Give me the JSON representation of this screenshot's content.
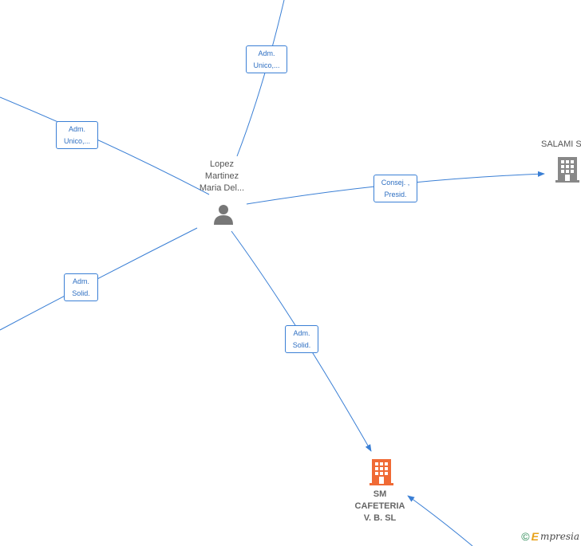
{
  "person": {
    "name_lines": [
      "Lopez",
      "Martinez",
      "Maria Del..."
    ],
    "icon": "person-icon",
    "color": "#777777"
  },
  "companies": [
    {
      "id": "salami",
      "name_lines": [
        "SALAMI S"
      ],
      "icon": "building-icon",
      "color": "#888888"
    },
    {
      "id": "sm-cafeteria",
      "name_lines": [
        "SM",
        "CAFETERIA",
        "V. B.  SL"
      ],
      "icon": "building-icon",
      "color": "#f06a35"
    }
  ],
  "edge_labels": [
    {
      "id": "top",
      "lines": [
        "Adm.",
        "Unico,..."
      ]
    },
    {
      "id": "upper-left",
      "lines": [
        "Adm.",
        "Unico,..."
      ]
    },
    {
      "id": "right",
      "lines": [
        "Consej. ,",
        "Presid."
      ]
    },
    {
      "id": "lower-left",
      "lines": [
        "Adm.",
        "Solid."
      ]
    },
    {
      "id": "bottom",
      "lines": [
        "Adm.",
        "Solid."
      ]
    }
  ],
  "footer": {
    "copyright": "©",
    "brand_first": "E",
    "brand_rest": "mpresia"
  },
  "colors": {
    "edge": "#3a7fd5",
    "label_text": "#2e6fc2"
  }
}
